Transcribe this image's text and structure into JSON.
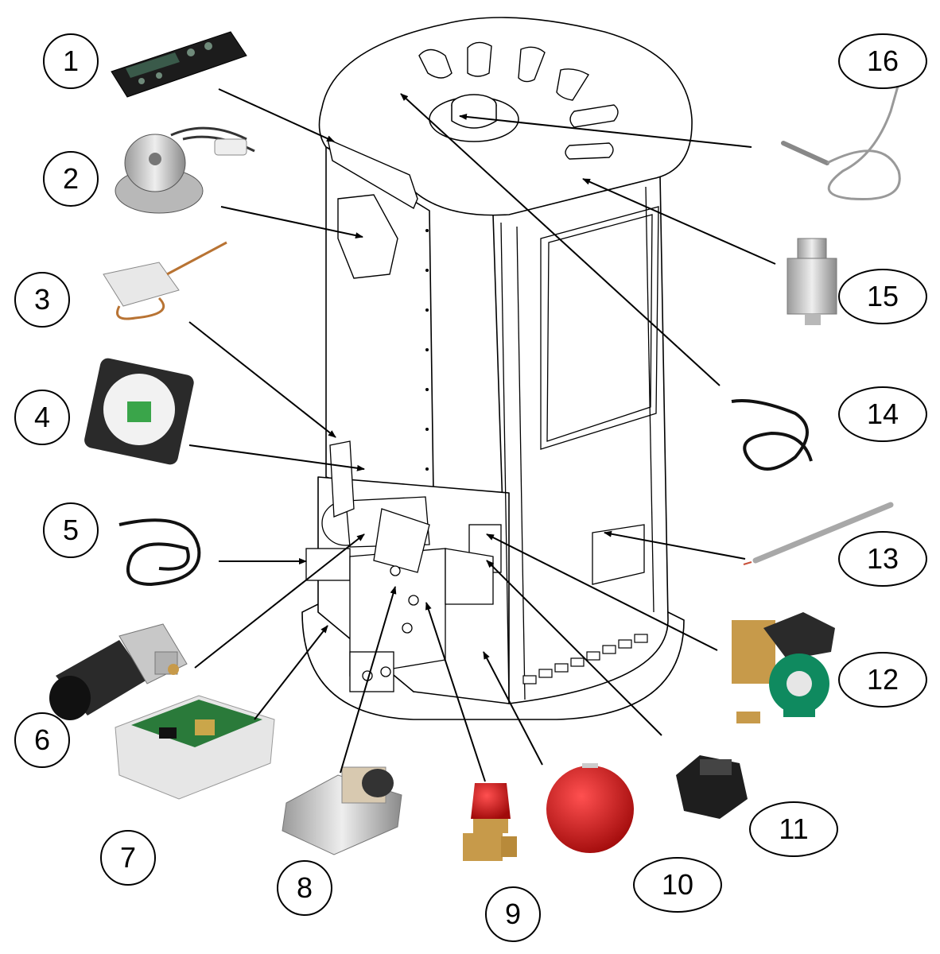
{
  "labels": [
    "1",
    "2",
    "3",
    "4",
    "5",
    "6",
    "7",
    "8",
    "9",
    "10",
    "11",
    "12",
    "13",
    "14",
    "15",
    "16"
  ],
  "colors": {
    "line": "#000000",
    "stove_fill": "#ffffff",
    "panel": "#1c1c1c",
    "metal": "#c8c8c8",
    "red": "#c81414",
    "pump_green": "#0f8a5f",
    "brass": "#c79a4a",
    "pcb_green": "#2a7a3a"
  },
  "parts": [
    {
      "number": "1",
      "icon": "control-panel-icon"
    },
    {
      "number": "2",
      "icon": "smoke-fan-icon"
    },
    {
      "number": "3",
      "icon": "safety-thermostat-icon"
    },
    {
      "number": "4",
      "icon": "pressure-switch-icon"
    },
    {
      "number": "5",
      "icon": "probe-cable-icon"
    },
    {
      "number": "6",
      "icon": "gear-motor-icon"
    },
    {
      "number": "7",
      "icon": "control-board-icon"
    },
    {
      "number": "8",
      "icon": "feed-motor-icon"
    },
    {
      "number": "9",
      "icon": "safety-valve-icon"
    },
    {
      "number": "10",
      "icon": "expansion-vessel-icon"
    },
    {
      "number": "11",
      "icon": "pressure-sensor-icon"
    },
    {
      "number": "12",
      "icon": "circulation-pump-icon"
    },
    {
      "number": "13",
      "icon": "ignition-heater-icon"
    },
    {
      "number": "14",
      "icon": "probe-cable-icon"
    },
    {
      "number": "15",
      "icon": "air-vent-valve-icon"
    },
    {
      "number": "16",
      "icon": "temperature-probe-icon"
    }
  ]
}
